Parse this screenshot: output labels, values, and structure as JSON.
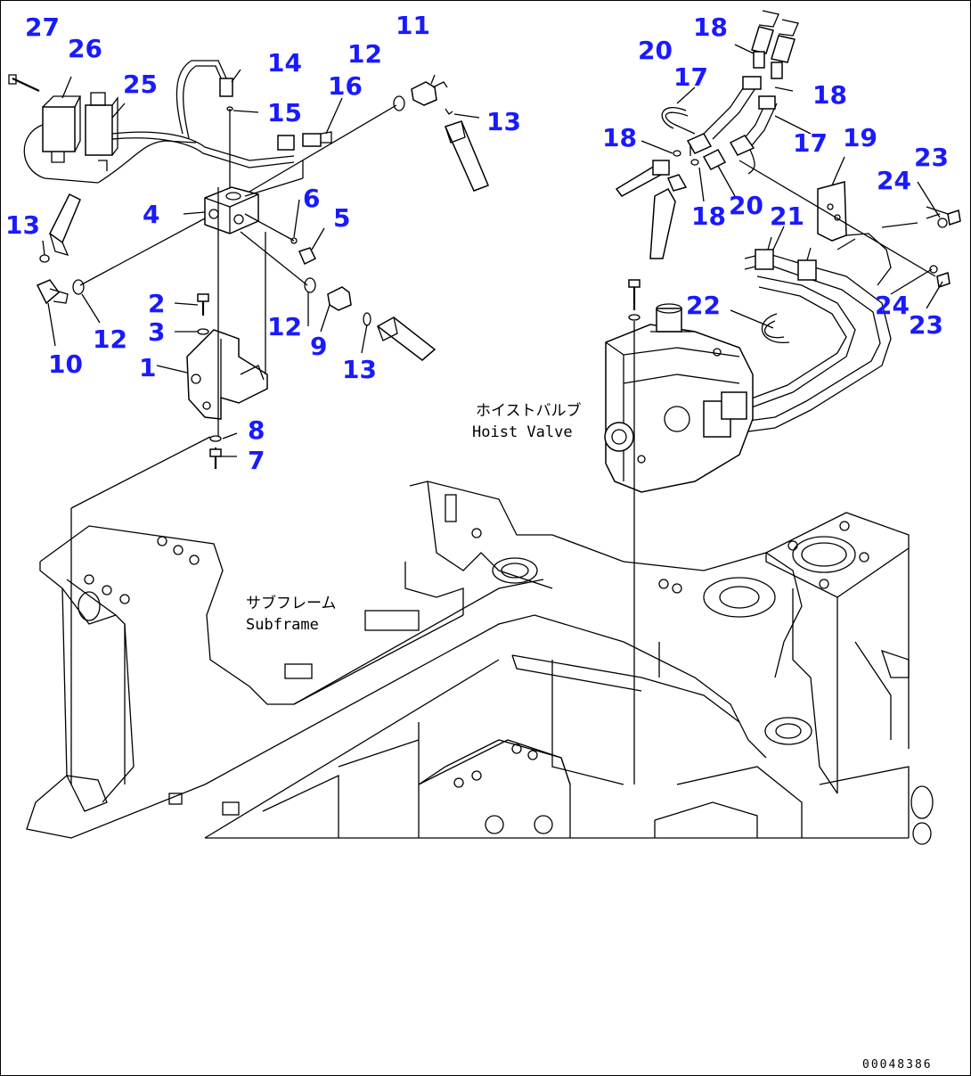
{
  "diagram": {
    "callouts": [
      "27",
      "26",
      "25",
      "14",
      "12",
      "16",
      "11",
      "15",
      "13",
      "4",
      "6",
      "5",
      "13",
      "12",
      "2",
      "3",
      "12",
      "9",
      "13",
      "10",
      "1",
      "8",
      "7",
      "20",
      "18",
      "17",
      "18",
      "18",
      "17",
      "19",
      "23",
      "18",
      "20",
      "21",
      "24",
      "24",
      "22",
      "23"
    ],
    "annotations": {
      "hoist_valve_jp": "ホイストバルブ",
      "hoist_valve_en": "Hoist Valve",
      "subframe_jp": "サブフレーム",
      "subframe_en": "Subframe"
    },
    "document_number": "00048386",
    "colors": {
      "callout": "#1a1aff",
      "line": "#000000",
      "background": "#ffffff"
    }
  }
}
